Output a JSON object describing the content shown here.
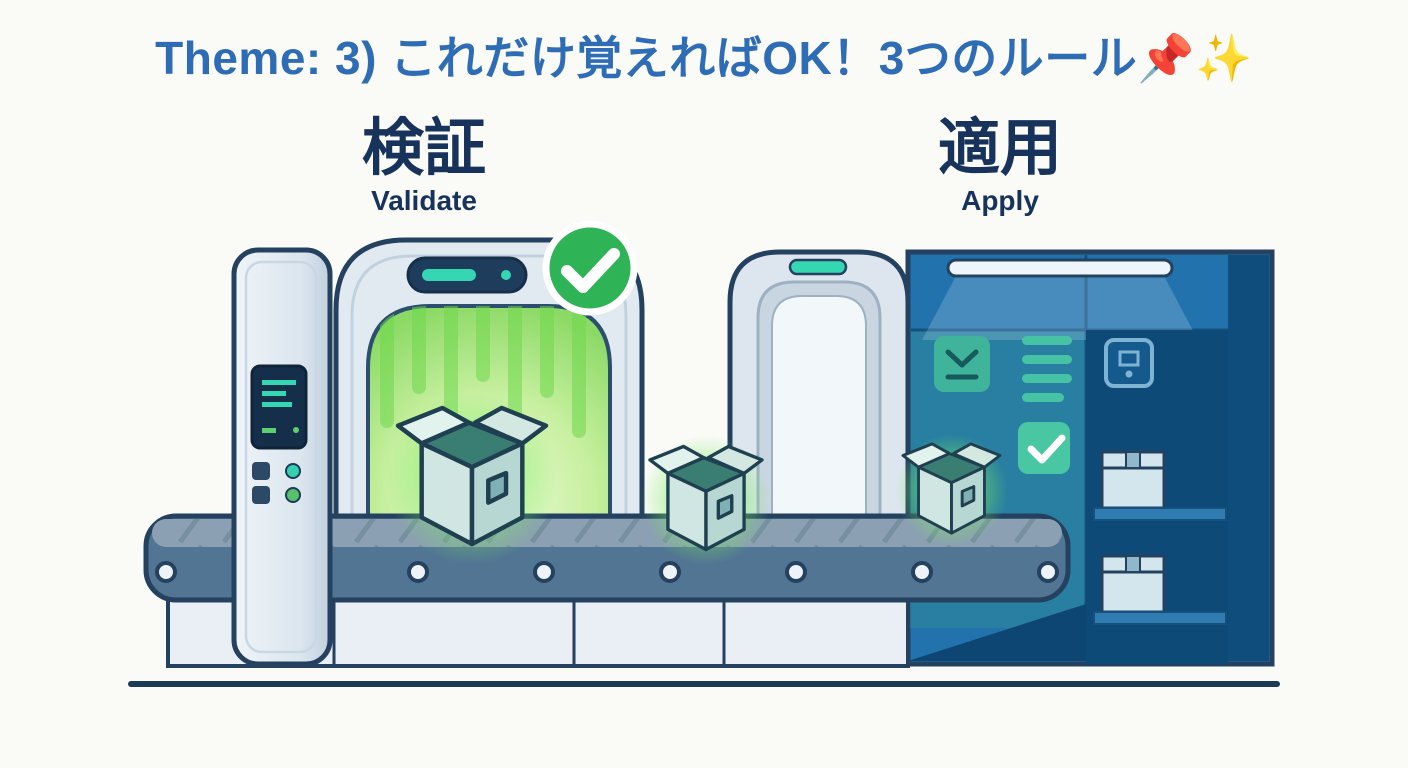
{
  "title": {
    "text": "Theme: 3) これだけ覚えればOK！3つのルール📌✨"
  },
  "stages": [
    {
      "id": "validate",
      "label_ja": "検証",
      "label_en": "Validate"
    },
    {
      "id": "apply",
      "label_ja": "適用",
      "label_en": "Apply"
    }
  ],
  "icons": [
    "check-circle-icon",
    "pin-emoji",
    "sparkles-emoji",
    "inbox-arrow-icon",
    "list-lines-icon",
    "checkbox-checked-icon",
    "drawer-icon",
    "scanner-display"
  ],
  "colors": {
    "title_blue": "#2e6db6",
    "label_navy": "#17335c",
    "outline_navy": "#24415f",
    "machine_light": "#e2eaf1",
    "scan_glow_green": "#8cda66",
    "check_green": "#2eb457",
    "teal_accent": "#35d6b2",
    "belt_front": "#517593",
    "belt_top": "#8ba0b2",
    "cabinet_blue": "#2273ad",
    "cabinet_dark": "#0e4a77",
    "box_fill": "#cfe6e2",
    "ground_navy": "#1d3a57",
    "background": "#fafaf7"
  }
}
